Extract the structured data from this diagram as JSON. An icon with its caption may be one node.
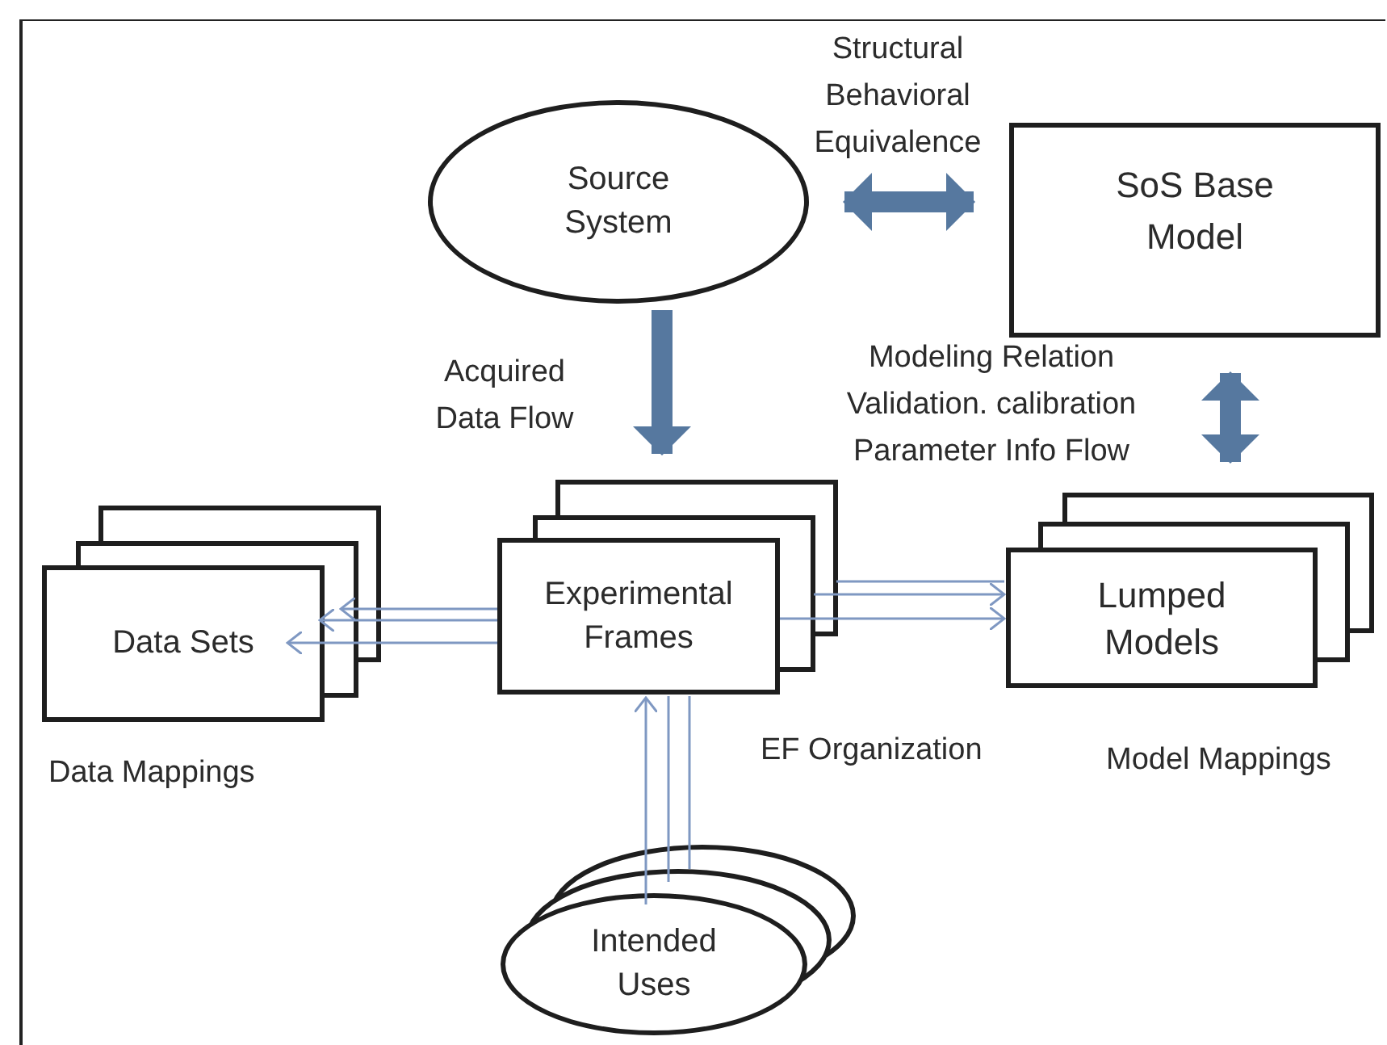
{
  "diagram": {
    "nodes": [
      {
        "text": [
          "Source System"
        ]
      },
      {
        "text": [
          "SoS Base Model"
        ]
      },
      {
        "text": [
          "Experimental Frames"
        ]
      },
      {
        "text": [
          "Data Sets"
        ]
      },
      {
        "text": [
          "Lumped Models"
        ]
      },
      {
        "text": [
          "Intended Uses"
        ]
      }
    ],
    "edges": [
      {
        "from": 0,
        "to": 1,
        "arrow": "both",
        "style": "thick",
        "color": "#56789f",
        "label": "Structural Behavioral Equivalence"
      },
      {
        "from": 0,
        "to": 2,
        "arrow": "to",
        "style": "thick",
        "color": "#56789f",
        "label": "Acquired Data Flow"
      },
      {
        "from": 1,
        "to": 4,
        "arrow": "both",
        "style": "thick",
        "color": "#56789f",
        "label": "Modeling Relation Validation. calibration Parameter Info Flow"
      },
      {
        "from": 2,
        "to": 3,
        "arrow": "to"
      },
      {
        "from": 2,
        "to": 3,
        "arrow": "to"
      },
      {
        "from": 2,
        "to": 3,
        "arrow": "to"
      },
      {
        "from": 2,
        "to": 4,
        "arrow": "none"
      },
      {
        "from": 2,
        "to": 4,
        "arrow": "to"
      },
      {
        "from": 2,
        "to": 4,
        "arrow": "to"
      },
      {
        "from": 5,
        "to": 2,
        "arrow": "to"
      },
      {
        "from": 5,
        "to": 2,
        "arrow": "none"
      },
      {
        "from": 5,
        "to": 2,
        "arrow": "none"
      }
    ],
    "labels": [
      "Data Mappings",
      "EF Organization",
      "Model Mappings"
    ]
  }
}
